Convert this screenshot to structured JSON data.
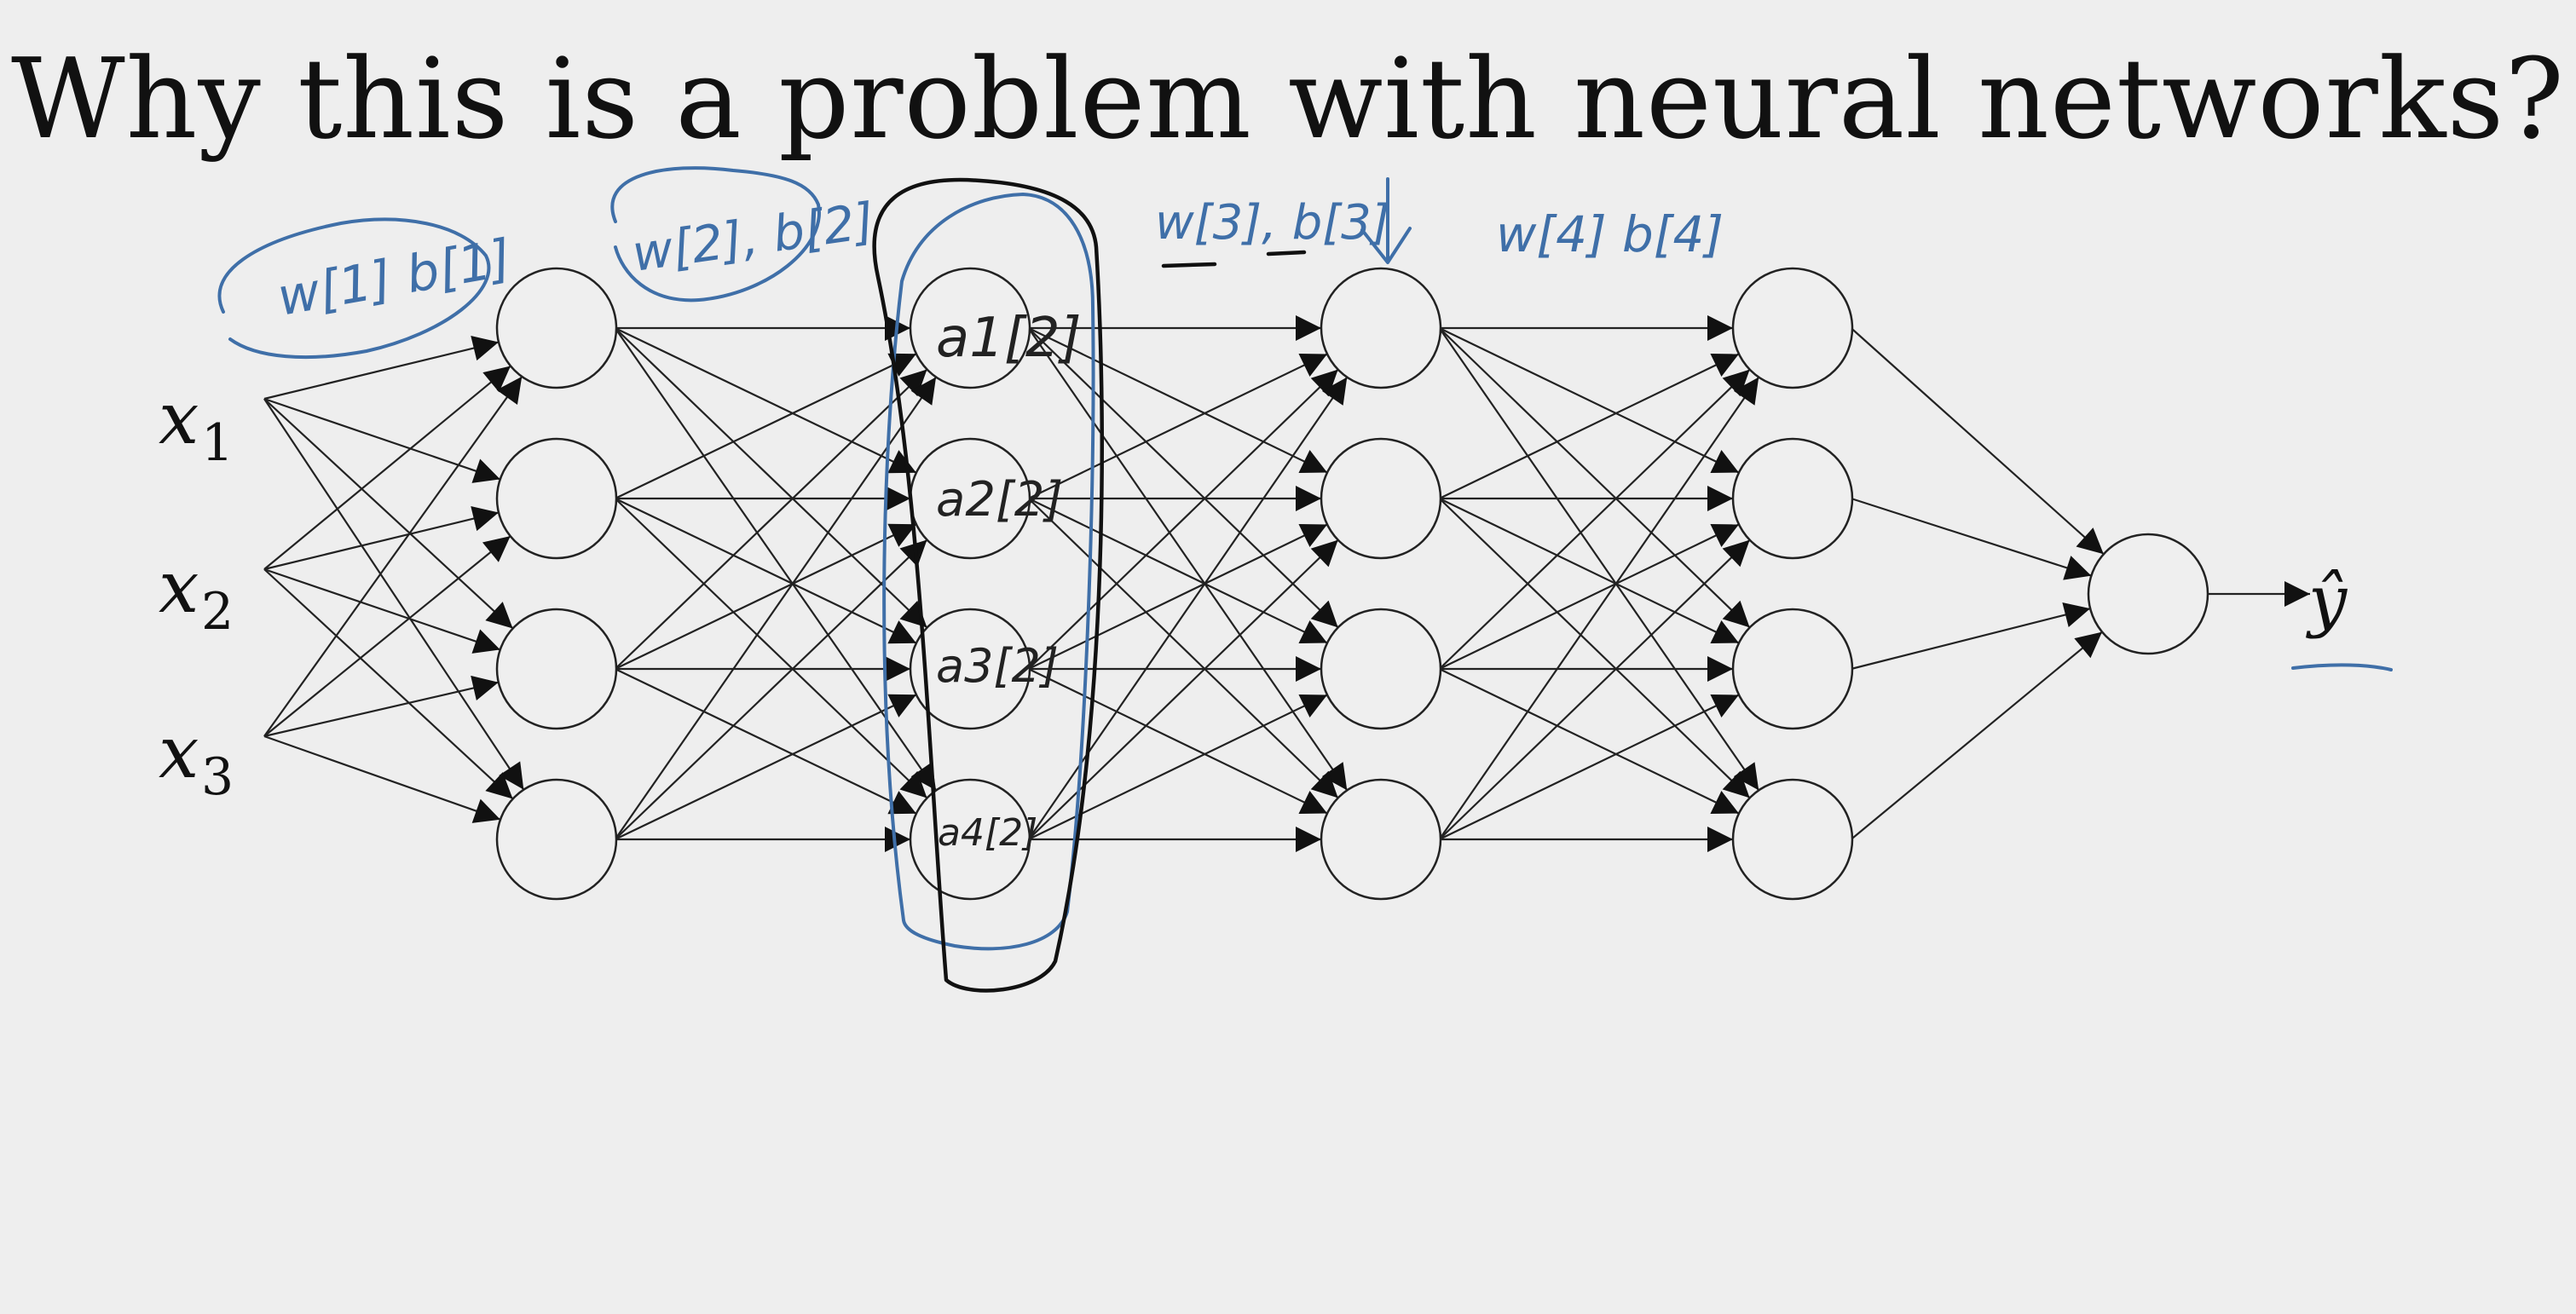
{
  "title": "Why this is a problem with neural networks?",
  "inputs": [
    {
      "symbol": "x",
      "sub": "1"
    },
    {
      "symbol": "x",
      "sub": "2"
    },
    {
      "symbol": "x",
      "sub": "3"
    }
  ],
  "output": {
    "symbol": "ŷ"
  },
  "layers": [
    4,
    4,
    4,
    4,
    1
  ],
  "annotations": {
    "layer1_params": "w[1] b[1]",
    "layer2_params": "w[2], b[2]",
    "layer3_params": "w[3], b[3]",
    "layer4_params": "w[4] b[4]",
    "hidden3_units": [
      "a1[2]",
      "a2[2]",
      "a3[2]",
      "a4[2]"
    ]
  },
  "colors": {
    "background": "#eeeeee",
    "ink_blue": "#3f6fa8",
    "ink_black": "#111111"
  }
}
